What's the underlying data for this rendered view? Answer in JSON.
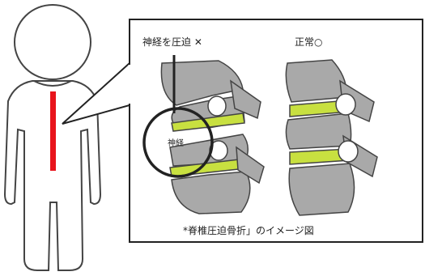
{
  "labels": {
    "compressed": "神経を圧迫 ✕",
    "normal": "正常○",
    "nerve": "神経",
    "caption": "*脊椎圧迫骨折」のイメージ図"
  },
  "colors": {
    "spine_line": "#e8141c",
    "vertebra": "#a9a9a9",
    "disc": "#c8e040",
    "outline": "#444444"
  }
}
